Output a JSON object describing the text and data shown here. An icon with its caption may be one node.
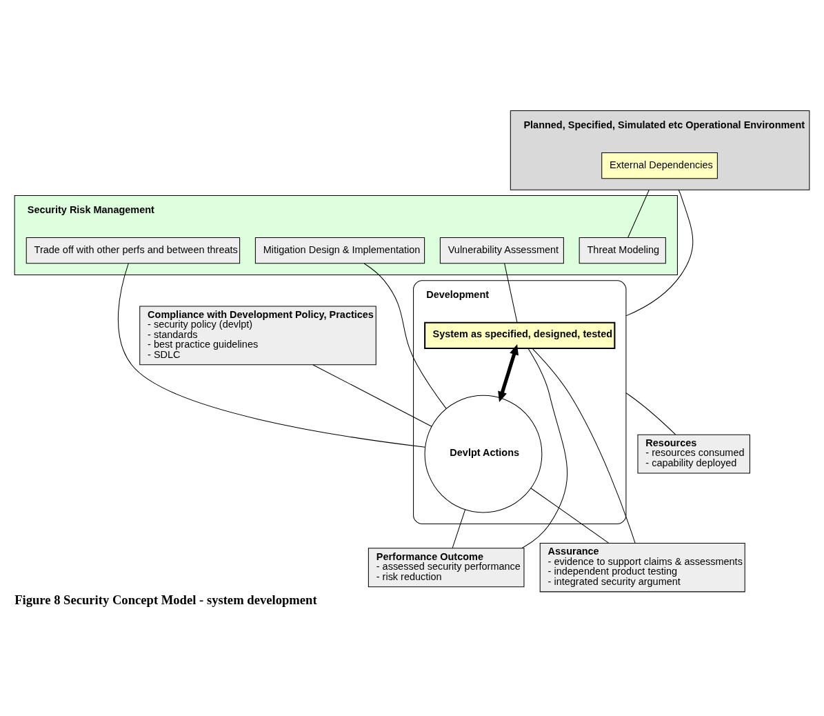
{
  "diagram": {
    "caption": "Figure 8 Security Concept Model - system development",
    "nodes": [
      {
        "text": [
          "Planned, Specified, Simulated etc Operational Environment"
        ]
      },
      {
        "text": [
          "External Dependencies"
        ],
        "in": 0
      },
      {
        "text": [
          "Security Risk Management"
        ]
      },
      {
        "text": [
          "Threat Modeling"
        ],
        "in": 2
      },
      {
        "text": [
          "Vulnerability Assessment"
        ],
        "in": 2
      },
      {
        "text": [
          "Mitigation Design & Implementation"
        ],
        "in": 2
      },
      {
        "text": [
          "Trade off with other perfs and between threats"
        ],
        "in": 2
      },
      {
        "text": [
          "Development"
        ]
      },
      {
        "text": [
          "System as specified, designed, tested"
        ],
        "in": 7
      },
      {
        "text": [
          "Devlpt Actions"
        ],
        "in": 7
      },
      {
        "text": [
          "Assurance",
          "- evidence to support claims & assessments",
          "- independent product testing",
          "- integrated security argument"
        ]
      },
      {
        "text": [
          "Performance Outcome",
          "- assessed security performance",
          "- risk reduction"
        ]
      },
      {
        "text": [
          "Compliance with Development Policy, Practices",
          "- security policy (devlpt)",
          "- standards",
          "- best practice guidelines",
          "- SDLC"
        ]
      },
      {
        "text": [
          "Resources",
          "- resources consumed",
          "- capability deployed"
        ]
      }
    ],
    "edges": [
      {
        "from": 0,
        "to": 3,
        "arrow": "none"
      },
      {
        "from": 0,
        "to": 7,
        "arrow": "none"
      },
      {
        "from": 4,
        "to": 8,
        "arrow": "none"
      },
      {
        "from": 5,
        "to": 9,
        "arrow": "none"
      },
      {
        "from": 6,
        "to": 9,
        "arrow": "none"
      },
      {
        "from": 12,
        "to": 9,
        "arrow": "none"
      },
      {
        "from": 8,
        "to": 9,
        "arrow": "both",
        "style": "thick"
      },
      {
        "from": 8,
        "to": 10,
        "arrow": "none"
      },
      {
        "from": 8,
        "to": 11,
        "arrow": "none"
      },
      {
        "from": 9,
        "to": 10,
        "arrow": "none"
      },
      {
        "from": 9,
        "to": 11,
        "arrow": "none"
      },
      {
        "from": 7,
        "to": 13,
        "arrow": "none"
      }
    ]
  }
}
